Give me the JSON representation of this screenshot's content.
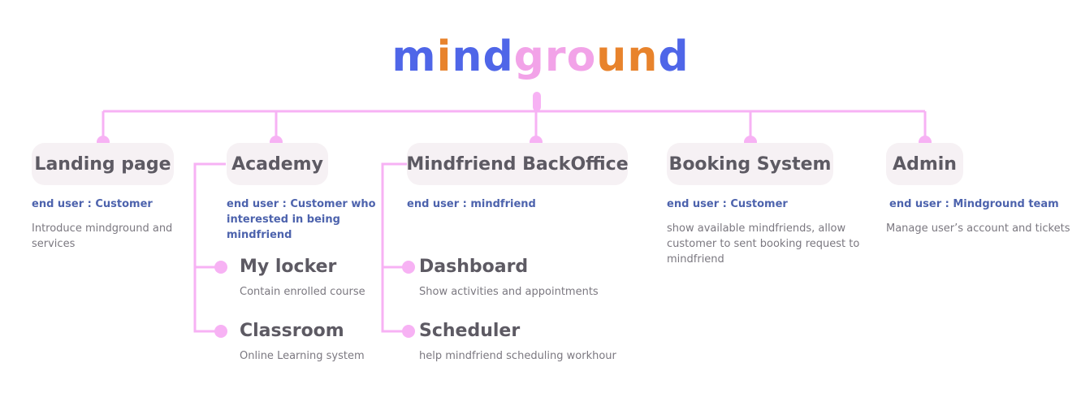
{
  "logo": {
    "letters": [
      {
        "ch": "m",
        "color": "#4f66e8"
      },
      {
        "ch": "i",
        "color": "#e8832c"
      },
      {
        "ch": "n",
        "color": "#4f66e8"
      },
      {
        "ch": "d",
        "color": "#4f66e8"
      },
      {
        "ch": "g",
        "color": "#f2a3e8"
      },
      {
        "ch": "r",
        "color": "#f2a3e8"
      },
      {
        "ch": "o",
        "color": "#f2a3e8"
      },
      {
        "ch": "u",
        "color": "#e8832c"
      },
      {
        "ch": "n",
        "color": "#e8832c"
      },
      {
        "ch": "d",
        "color": "#4f66e8"
      }
    ]
  },
  "colors": {
    "connector": "#f7b2f4",
    "title": "#5d5a63",
    "end_user": "#4d63ad",
    "description": "#7b7880"
  },
  "sections": [
    {
      "title": "Landing page",
      "end_user": "end user : Customer",
      "description": [
        "Introduce mindground and",
        "services"
      ],
      "children": []
    },
    {
      "title": "Academy",
      "end_user": [
        "end user : Customer who",
        "interested in being",
        "mindfriend"
      ],
      "description": [],
      "children": [
        {
          "title": "My locker",
          "description": "Contain enrolled course"
        },
        {
          "title": "Classroom",
          "description": "Online Learning system"
        }
      ]
    },
    {
      "title": "Mindfriend BackOffice",
      "end_user": "end user : mindfriend",
      "description": [],
      "children": [
        {
          "title": "Dashboard",
          "description": "Show activities and appointments"
        },
        {
          "title": "Scheduler",
          "description": "help mindfriend scheduling workhour"
        }
      ]
    },
    {
      "title": "Booking System",
      "end_user": "end user : Customer",
      "description": [
        "show available mindfriends, allow",
        "customer to sent booking request to",
        "mindfriend"
      ],
      "children": []
    },
    {
      "title": "Admin",
      "end_user": "end user : Mindground team",
      "description": [
        "Manage user’s account and tickets"
      ],
      "children": []
    }
  ]
}
